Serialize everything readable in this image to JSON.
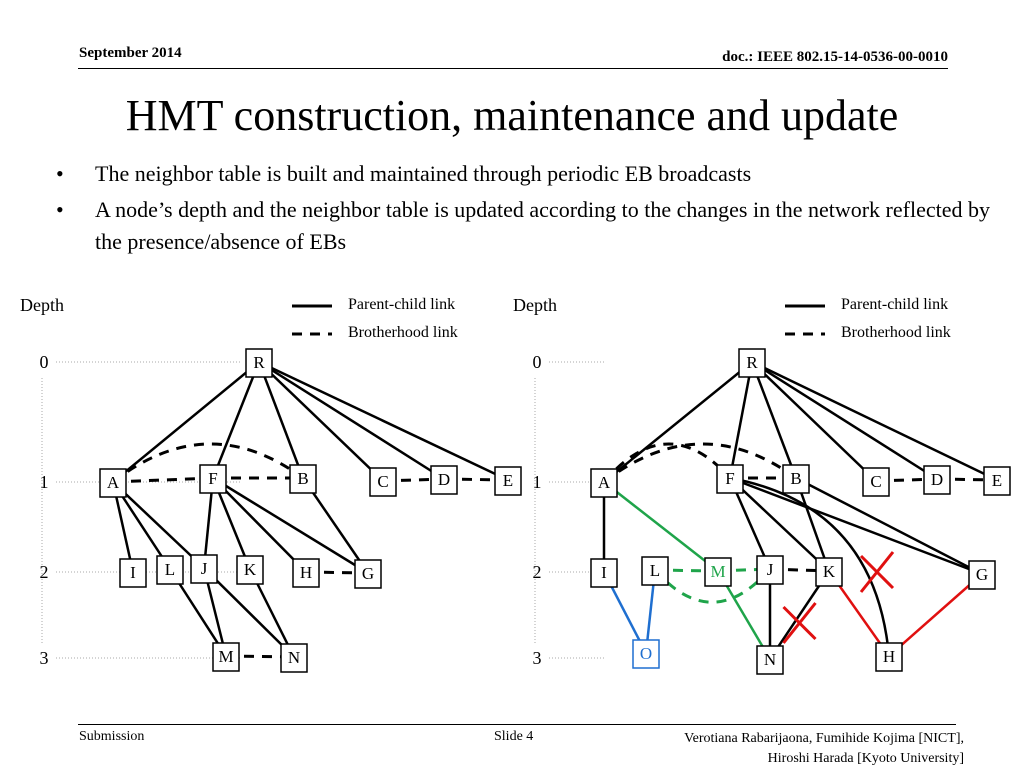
{
  "header": {
    "date": "September 2014",
    "doc": "doc.: IEEE 802.15-14-0536-00-0010"
  },
  "title": "HMT construction, maintenance and update",
  "bullets": [
    "The neighbor table is built and maintained through periodic EB broadcasts",
    "A node’s depth and the neighbor table is updated according to the changes in the network reflected by the presence/absence of EBs"
  ],
  "bullet_symbol": "•",
  "depth_label": "Depth",
  "depth_levels": [
    "0",
    "1",
    "2",
    "3"
  ],
  "legend": {
    "parent_child": "Parent-child link",
    "brotherhood": "Brotherhood link"
  },
  "colors": {
    "green": "#1fa44a",
    "blue": "#1f6fd0",
    "red": "#e01010",
    "cross": "#e01010"
  },
  "diagrams": [
    {
      "nodes": [
        {
          "id": "R",
          "label": "R",
          "depth": 0
        },
        {
          "id": "A",
          "label": "A",
          "depth": 1
        },
        {
          "id": "F",
          "label": "F",
          "depth": 1
        },
        {
          "id": "B",
          "label": "B",
          "depth": 1
        },
        {
          "id": "C",
          "label": "C",
          "depth": 1
        },
        {
          "id": "D",
          "label": "D",
          "depth": 1
        },
        {
          "id": "E",
          "label": "E",
          "depth": 1
        },
        {
          "id": "I",
          "label": "I",
          "depth": 2
        },
        {
          "id": "L",
          "label": "L",
          "depth": 2
        },
        {
          "id": "J",
          "label": "J",
          "depth": 2
        },
        {
          "id": "K",
          "label": "K",
          "depth": 2
        },
        {
          "id": "H",
          "label": "H",
          "depth": 2
        },
        {
          "id": "G",
          "label": "G",
          "depth": 2
        },
        {
          "id": "M",
          "label": "M",
          "depth": 3
        },
        {
          "id": "N",
          "label": "N",
          "depth": 3
        }
      ],
      "parent_child_links": [
        [
          "R",
          "A"
        ],
        [
          "R",
          "F"
        ],
        [
          "R",
          "B"
        ],
        [
          "R",
          "C"
        ],
        [
          "R",
          "D"
        ],
        [
          "R",
          "E"
        ],
        [
          "A",
          "I"
        ],
        [
          "A",
          "L"
        ],
        [
          "A",
          "J"
        ],
        [
          "F",
          "J"
        ],
        [
          "F",
          "K"
        ],
        [
          "F",
          "H"
        ],
        [
          "F",
          "G"
        ],
        [
          "B",
          "G"
        ],
        [
          "L",
          "M"
        ],
        [
          "J",
          "M"
        ],
        [
          "J",
          "N"
        ],
        [
          "K",
          "N"
        ]
      ],
      "brotherhood_links": [
        [
          "A",
          "F"
        ],
        [
          "F",
          "B"
        ],
        [
          "A",
          "B"
        ],
        [
          "C",
          "D"
        ],
        [
          "D",
          "E"
        ],
        [
          "H",
          "G"
        ],
        [
          "M",
          "N"
        ]
      ]
    },
    {
      "nodes": [
        {
          "id": "R",
          "label": "R",
          "depth": 0
        },
        {
          "id": "A",
          "label": "A",
          "depth": 1
        },
        {
          "id": "F",
          "label": "F",
          "depth": 1
        },
        {
          "id": "B",
          "label": "B",
          "depth": 1
        },
        {
          "id": "C",
          "label": "C",
          "depth": 1
        },
        {
          "id": "D",
          "label": "D",
          "depth": 1
        },
        {
          "id": "E",
          "label": "E",
          "depth": 1
        },
        {
          "id": "I",
          "label": "I",
          "depth": 2
        },
        {
          "id": "L",
          "label": "L",
          "depth": 2
        },
        {
          "id": "M",
          "label": "M",
          "depth": 2,
          "color": "green"
        },
        {
          "id": "J",
          "label": "J",
          "depth": 2
        },
        {
          "id": "K",
          "label": "K",
          "depth": 2
        },
        {
          "id": "G",
          "label": "G",
          "depth": 2
        },
        {
          "id": "O",
          "label": "O",
          "depth": 3,
          "color": "blue"
        },
        {
          "id": "N",
          "label": "N",
          "depth": 3
        },
        {
          "id": "H",
          "label": "H",
          "depth": 3
        }
      ],
      "parent_child_links": [
        [
          "R",
          "A"
        ],
        [
          "R",
          "F"
        ],
        [
          "R",
          "B"
        ],
        [
          "R",
          "C"
        ],
        [
          "R",
          "D"
        ],
        [
          "R",
          "E"
        ],
        [
          "A",
          "I"
        ],
        [
          "F",
          "J"
        ],
        [
          "F",
          "K"
        ],
        [
          "F",
          "G"
        ],
        [
          "B",
          "K"
        ],
        [
          "B",
          "G"
        ],
        [
          "J",
          "N"
        ]
      ],
      "new_links": [
        {
          "from": "A",
          "to": "M",
          "color": "green"
        },
        {
          "from": "M",
          "to": "N",
          "color": "green"
        },
        {
          "from": "I",
          "to": "O",
          "color": "blue"
        },
        {
          "from": "L",
          "to": "O",
          "color": "blue"
        },
        {
          "from": "K",
          "to": "H",
          "color": "red"
        },
        {
          "from": "G",
          "to": "H",
          "color": "red"
        }
      ],
      "brotherhood_links": [
        [
          "A",
          "F"
        ],
        [
          "F",
          "B"
        ],
        [
          "A",
          "B"
        ],
        [
          "C",
          "D"
        ],
        [
          "D",
          "E"
        ],
        [
          "J",
          "K"
        ]
      ],
      "new_brotherhood_links": [
        {
          "from": "L",
          "to": "M",
          "color": "green"
        },
        {
          "from": "M",
          "to": "J",
          "color": "green"
        },
        {
          "from": "L",
          "to": "J",
          "color": "green"
        }
      ],
      "broken_links": [
        [
          "K",
          "N"
        ],
        [
          "F",
          "H"
        ]
      ]
    }
  ],
  "footer": {
    "left": "Submission",
    "center": "Slide 4",
    "authors_line1": "Verotiana Rabarijaona, Fumihide Kojima [NICT],",
    "authors_line2": "Hiroshi Harada [Kyoto University]"
  }
}
